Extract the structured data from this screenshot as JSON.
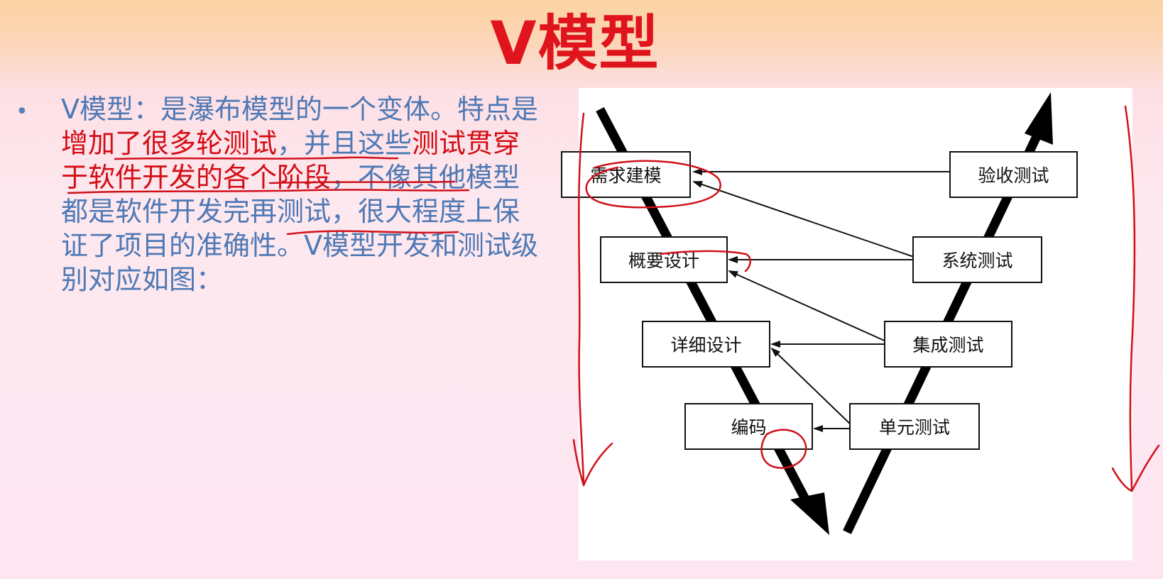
{
  "slide": {
    "title": "V模型",
    "bullet_symbol": "•",
    "paragraph": {
      "s1": "V模型：是瀑布模型的一个变体。特点是",
      "s2_highlight": "增加了很多轮测试",
      "s3": "，并且这些",
      "s4_highlight": "测试贯穿于软件开发的各个阶段",
      "s5": "，不像其他模型都是软件开发完再测试，很大程度上保证了项目的准确性。V模型开发和测试级别对应如图："
    }
  },
  "diagram": {
    "left_nodes": [
      "需求建模",
      "概要设计",
      "详细设计",
      "编码"
    ],
    "right_nodes": [
      "验收测试",
      "系统测试",
      "集成测试",
      "单元测试"
    ]
  },
  "colors": {
    "title": "#e0141c",
    "body_text": "#4f79b5",
    "highlight": "#d40d14",
    "annotation_ink": "#d0101a"
  }
}
